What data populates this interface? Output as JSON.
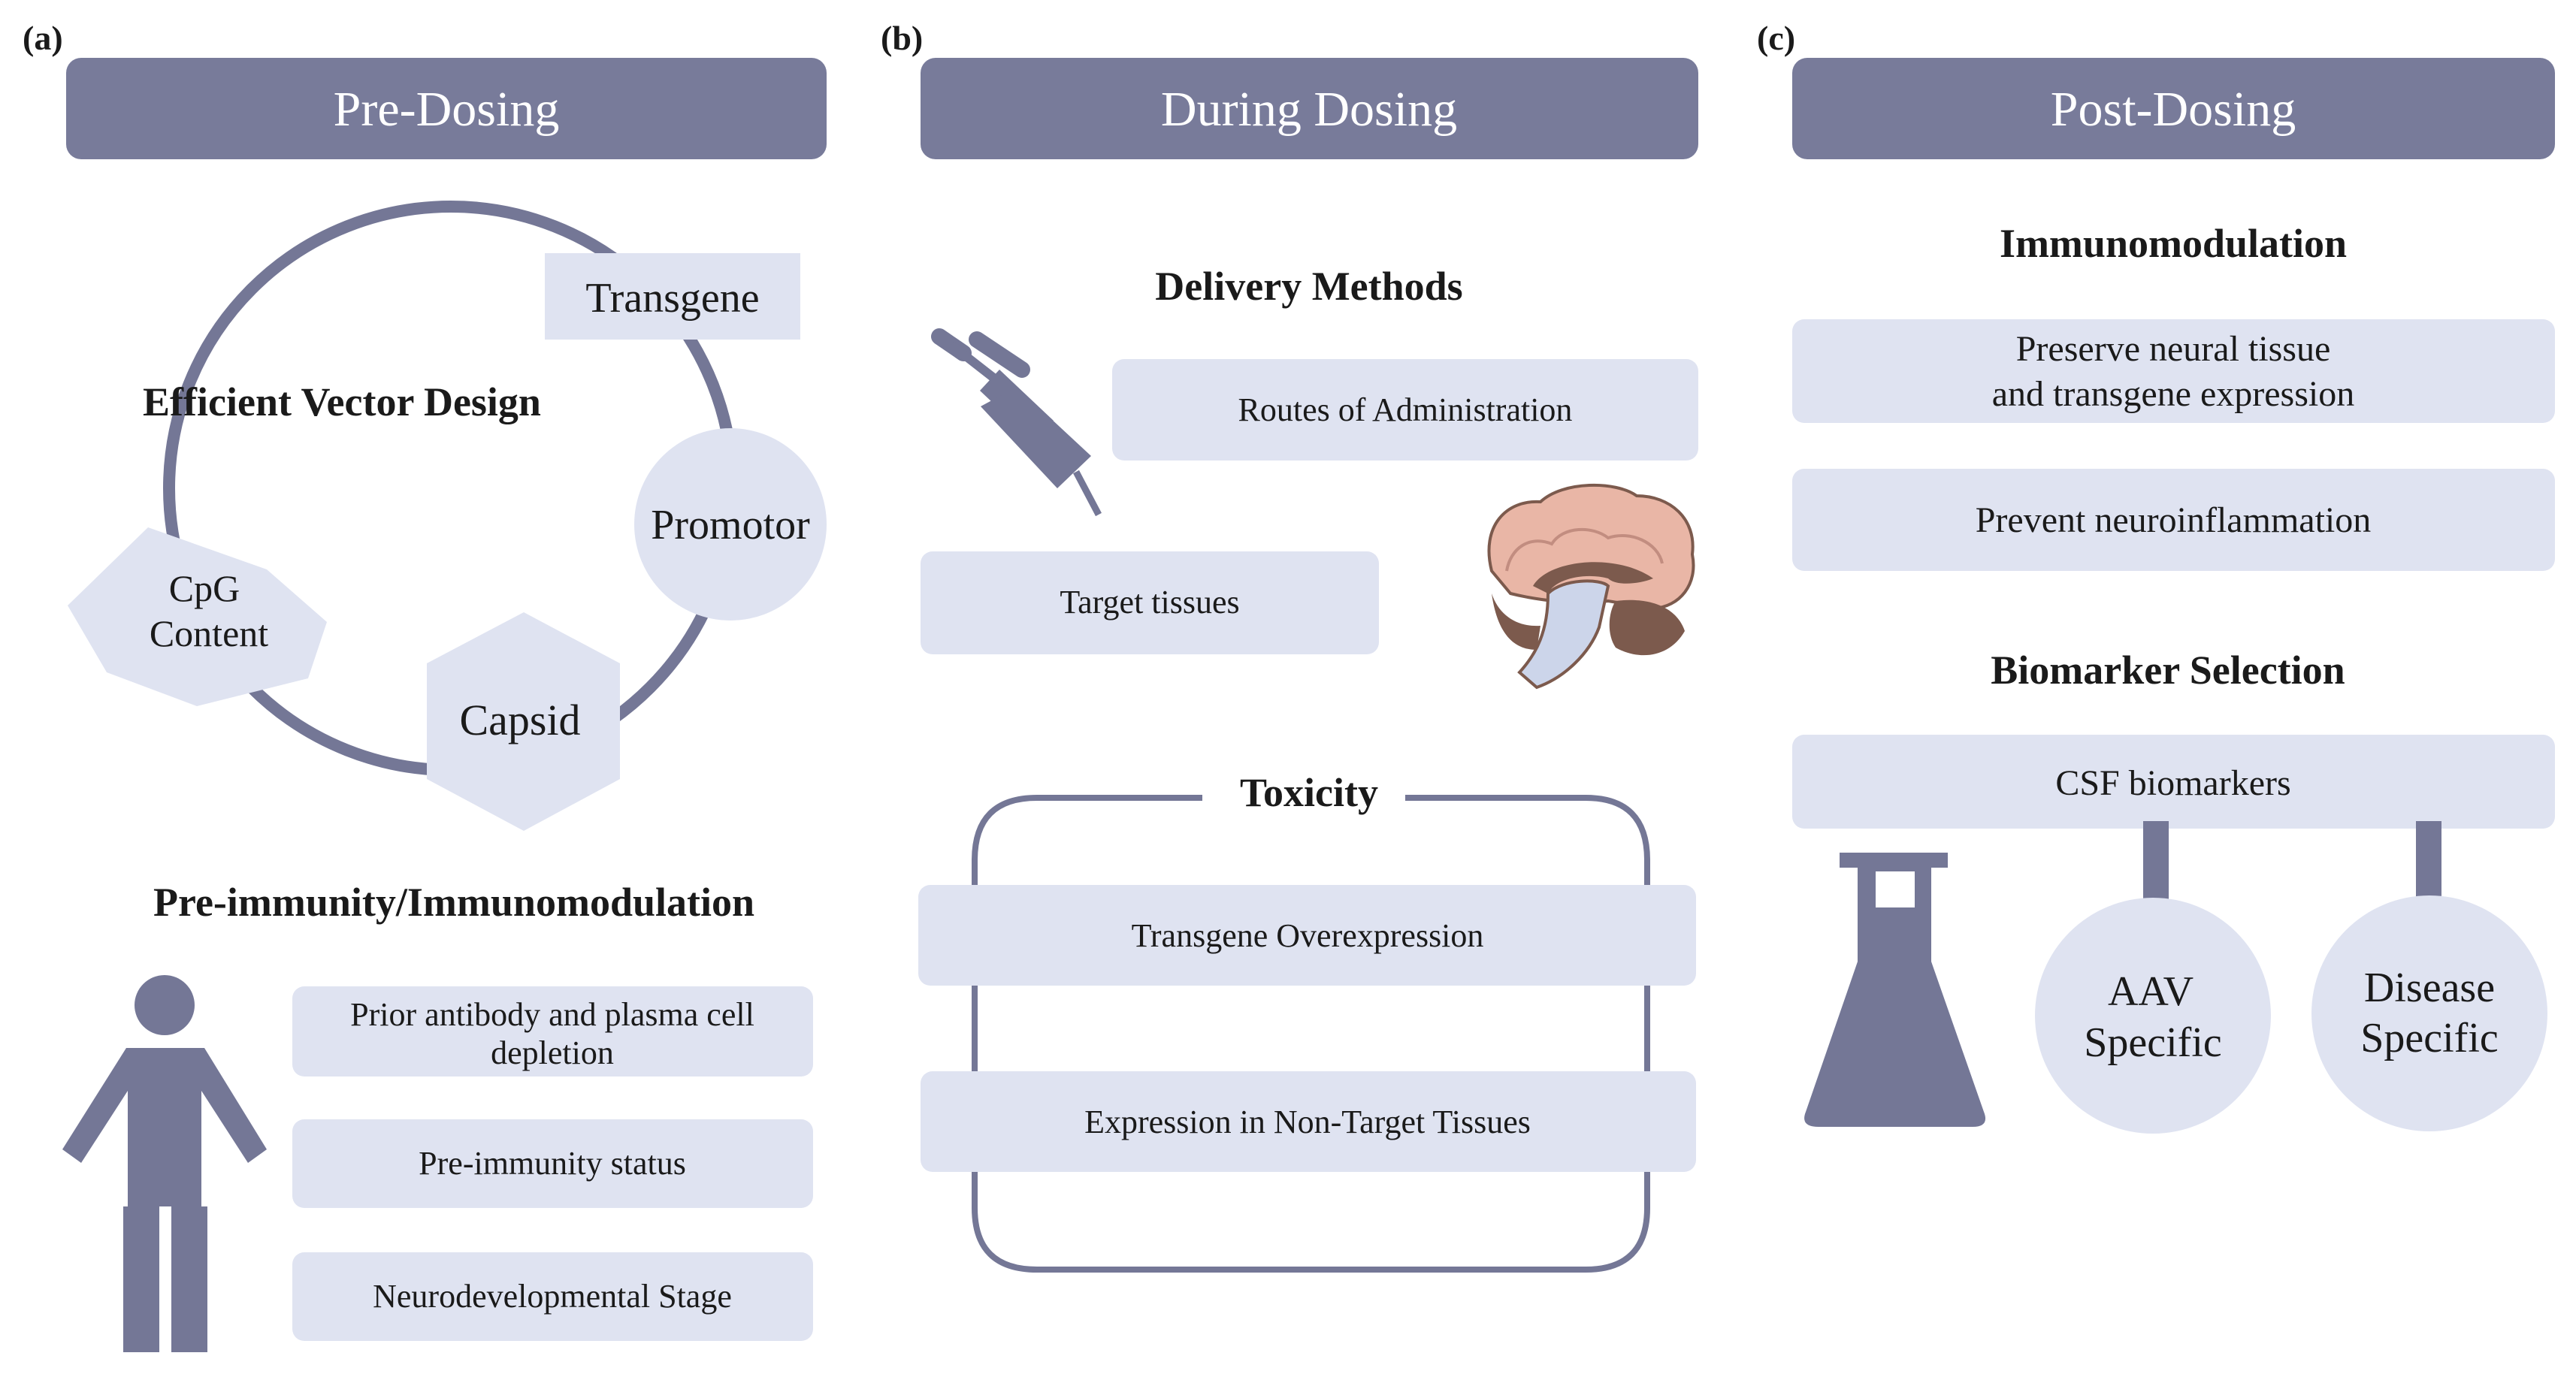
{
  "colors": {
    "header_fill": "#787b9a",
    "box_fill": "#dfe3f1",
    "dark_shape": "#747796",
    "text_dark": "#1a1a1a",
    "header_text": "#ffffff",
    "brain_pink": "#e9b6a6",
    "brain_brown": "#7c5a4d",
    "brain_blue": "#ccd5ea"
  },
  "panel_a": {
    "label": "(a)",
    "header": "Pre-Dosing",
    "vector_title": "Efficient Vector Design",
    "transgene": "Transgene",
    "promotor": "Promotor",
    "capsid": "Capsid",
    "cpg_line1": "CpG",
    "cpg_line2": "Content",
    "immunity_title": "Pre-immunity/Immunomodulation",
    "box1_line1": "Prior antibody and plasma cell",
    "box1_line2": "depletion",
    "box2": "Pre-immunity status",
    "box3": "Neurodevelopmental Stage",
    "icons": [
      "person-icon"
    ]
  },
  "panel_b": {
    "label": "(b)",
    "header": "During Dosing",
    "delivery_title": "Delivery Methods",
    "routes": "Routes of Administration",
    "target_tissues": "Target tissues",
    "toxicity_title": "Toxicity",
    "overexpression": "Transgene Overexpression",
    "non_target": "Expression in Non-Target Tissues",
    "icons": [
      "syringe-icon",
      "brain-icon"
    ]
  },
  "panel_c": {
    "label": "(c)",
    "header": "Post-Dosing",
    "immuno_title": "Immunomodulation",
    "box1_line1": "Preserve neural tissue",
    "box1_line2": "and transgene expression",
    "box2": "Prevent neuroinflammation",
    "biomarker_title": "Biomarker Selection",
    "csf": "CSF biomarkers",
    "aav_line1": "AAV",
    "aav_line2": "Specific",
    "disease_line1": "Disease",
    "disease_line2": "Specific",
    "icons": [
      "flask-icon",
      "down-arrow-icon"
    ]
  }
}
